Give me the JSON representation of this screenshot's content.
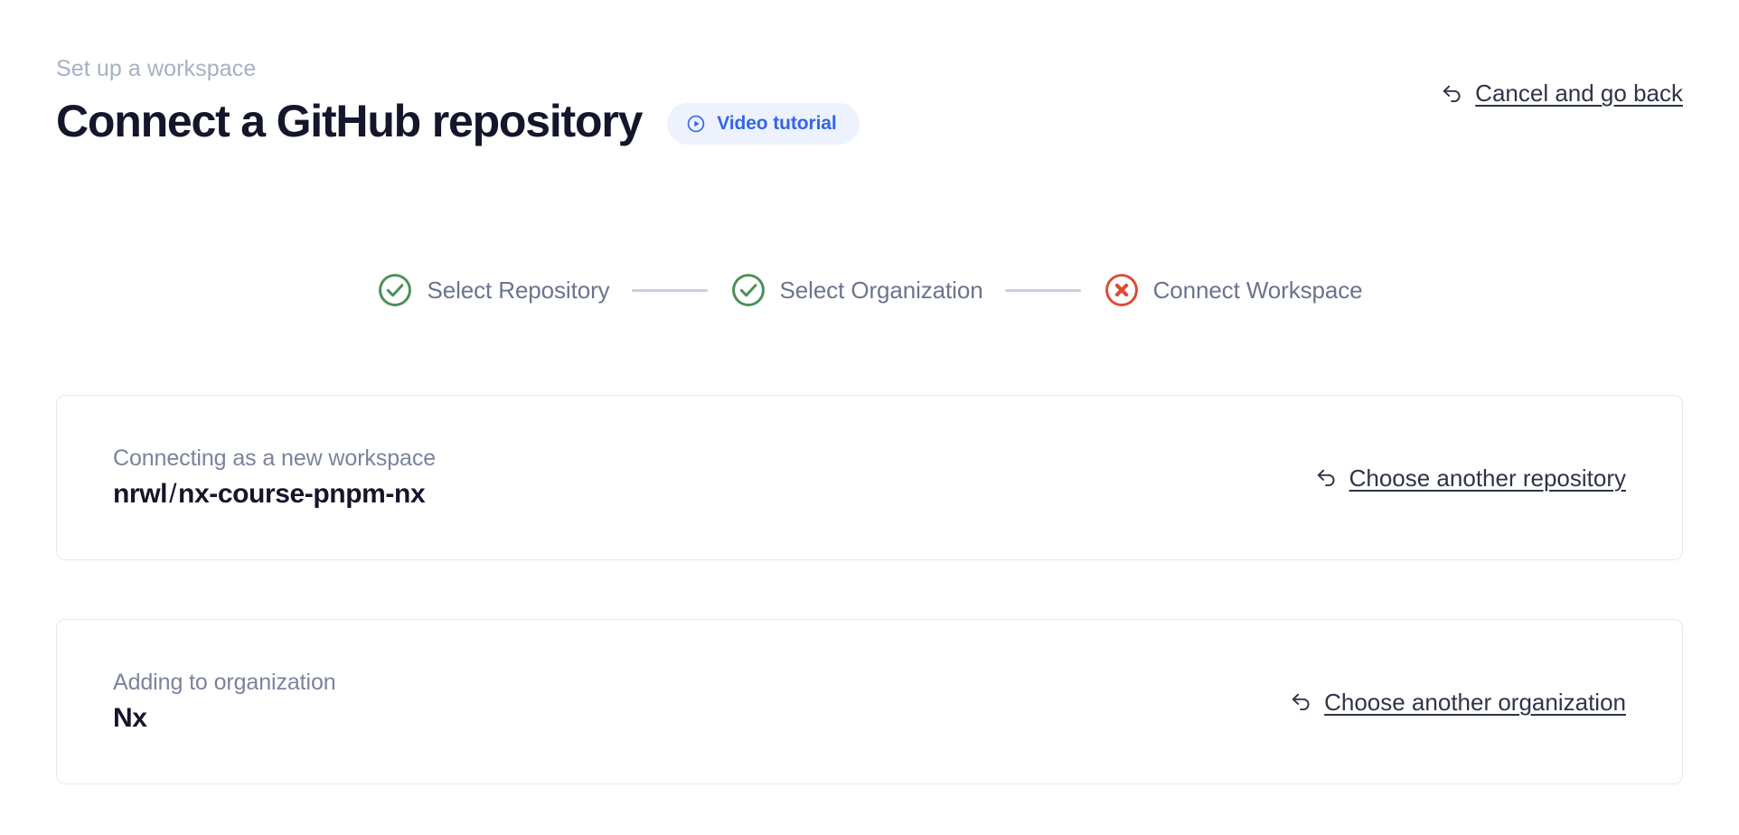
{
  "header": {
    "eyebrow": "Set up a workspace",
    "title": "Connect a GitHub repository",
    "video_badge": {
      "label": "Video tutorial",
      "icon": "play-circle-icon",
      "bg_color": "#edf2fe",
      "text_color": "#3465e4"
    },
    "cancel_link": {
      "label": "Cancel and go back",
      "icon": "undo-arrow-icon"
    }
  },
  "stepper": {
    "steps": [
      {
        "label": "Select Repository",
        "state": "complete",
        "icon": "check-circle-icon",
        "color": "#4a9058"
      },
      {
        "label": "Select Organization",
        "state": "complete",
        "icon": "check-circle-icon",
        "color": "#4a9058"
      },
      {
        "label": "Connect Workspace",
        "state": "error",
        "icon": "x-circle-icon",
        "color": "#dd4a35"
      }
    ],
    "connector_color": "#c8cfdf",
    "label_color": "#6b7490"
  },
  "cards": [
    {
      "caption": "Connecting as a new workspace",
      "owner": "nrwl",
      "separator": "/",
      "name": "nx-course-pnpm-nx",
      "link": {
        "label": "Choose another repository",
        "icon": "undo-arrow-icon"
      }
    },
    {
      "caption": "Adding to organization",
      "value": "Nx",
      "link": {
        "label": "Choose another organization",
        "icon": "undo-arrow-icon"
      }
    }
  ],
  "colors": {
    "background": "#ffffff",
    "card_border": "#e7e8ef",
    "heading": "#14162b",
    "eyebrow": "#a7b0c3",
    "muted": "#7b839c",
    "link": "#2f3449",
    "accent_blue": "#3465e4",
    "success_green": "#4a9058",
    "error_red": "#dd4a35"
  }
}
